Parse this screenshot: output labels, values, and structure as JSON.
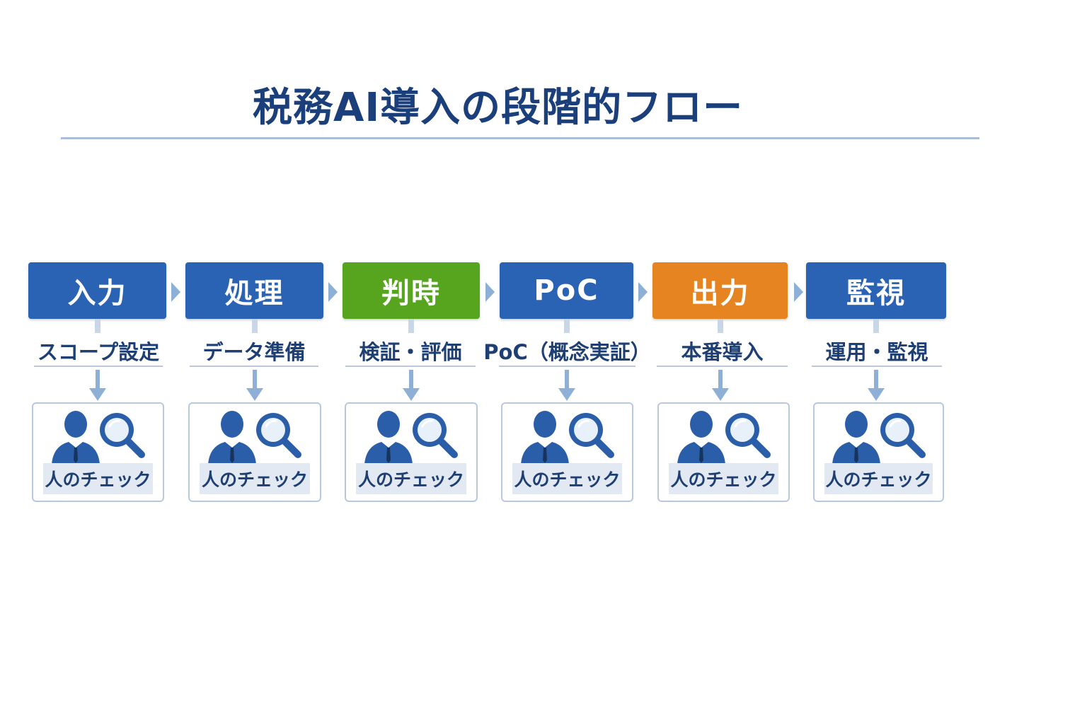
{
  "title": "税務AI導入の段階的フロー",
  "colors": {
    "title": "#1a3f7a",
    "blue": "#2a63b3",
    "green": "#57a41f",
    "orange": "#e78422",
    "arrow": "#8fb0d6",
    "card_border": "#b8c9df"
  },
  "icons": {
    "step_arrow": "chevron-right-icon",
    "down_arrow": "arrow-down-icon",
    "person": "person-icon",
    "magnifier": "magnifier-icon"
  },
  "steps": [
    {
      "header": "入力",
      "substep": "スコープ設定",
      "check": "人のチェック",
      "color": "#2a63b3"
    },
    {
      "header": "処理",
      "substep": "データ準備",
      "check": "人のチェック",
      "color": "#2a63b3"
    },
    {
      "header": "判時",
      "substep": "検証・評価",
      "check": "人のチェック",
      "color": "#57a41f"
    },
    {
      "header": "PoC",
      "substep": "PoC（概念実証）",
      "check": "人のチェック",
      "color": "#2a63b3"
    },
    {
      "header": "出力",
      "substep": "本番導入",
      "check": "人のチェック",
      "color": "#e78422"
    },
    {
      "header": "監視",
      "substep": "運用・監視",
      "check": "人のチェック",
      "color": "#2a63b3"
    }
  ]
}
